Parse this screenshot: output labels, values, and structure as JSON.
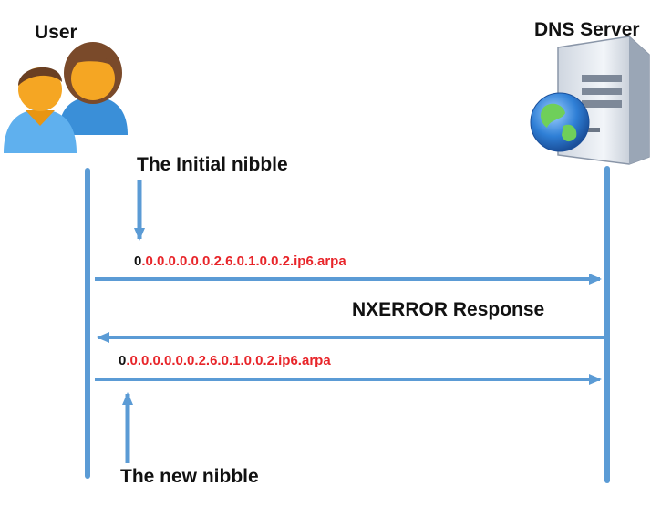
{
  "actors": {
    "user": {
      "label": "User",
      "icon": "users-icon"
    },
    "server": {
      "label": "DNS Server",
      "icon": "server-globe-icon"
    }
  },
  "annotations": {
    "initial_nibble": "The Initial nibble",
    "new_nibble": "The new nibble"
  },
  "messages": [
    {
      "direction": "user-to-server",
      "prefix": "0",
      "rest": ".0.0.0.0.0.0.2.6.0.1.0.0.2.ip6.arpa"
    },
    {
      "direction": "server-to-user",
      "label": "NXERROR Response"
    },
    {
      "direction": "user-to-server",
      "prefix": "0",
      "rest": ".0.0.0.0.0.0.2.6.0.1.0.0.2.ip6.arpa"
    }
  ],
  "colors": {
    "line": "#5b9bd5",
    "highlight": "#e8252a",
    "text": "#111111"
  }
}
